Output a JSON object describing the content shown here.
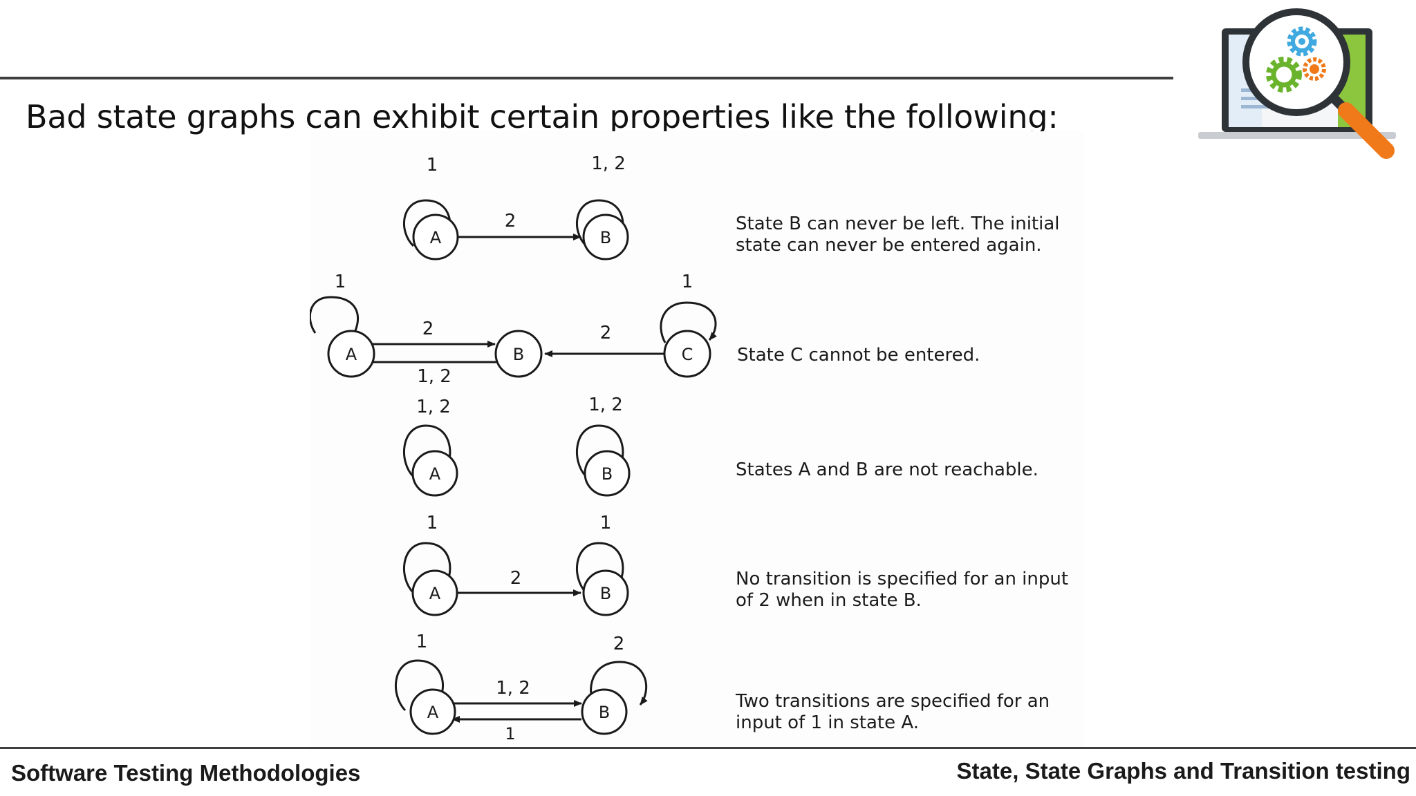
{
  "slide": {
    "headline": "Bad state graphs can exhibit certain properties like the following:",
    "footer_left": "Software Testing Methodologies",
    "footer_right": "State, State Graphs and Transition testing"
  },
  "logo": {
    "icon": "laptop-magnifier-gears-icon"
  },
  "diagrams": [
    {
      "states": [
        "A",
        "B"
      ],
      "edges": [
        {
          "from": "A",
          "to": "A",
          "label": "1"
        },
        {
          "from": "B",
          "to": "B",
          "label": "1, 2"
        },
        {
          "from": "A",
          "to": "B",
          "label": "2"
        }
      ],
      "caption": [
        "State B can never be left.  The initial",
        "state can never be entered again."
      ]
    },
    {
      "states": [
        "A",
        "B",
        "C"
      ],
      "edges": [
        {
          "from": "A",
          "to": "A",
          "label": "1"
        },
        {
          "from": "A",
          "to": "B",
          "label": "2"
        },
        {
          "from": "B",
          "to": "A",
          "label": "1, 2"
        },
        {
          "from": "C",
          "to": "B",
          "label": "2"
        },
        {
          "from": "C",
          "to": "C",
          "label": "1"
        }
      ],
      "caption": [
        "State C cannot be entered."
      ]
    },
    {
      "states": [
        "A",
        "B"
      ],
      "edges": [
        {
          "from": "A",
          "to": "A",
          "label": "1, 2"
        },
        {
          "from": "B",
          "to": "B",
          "label": "1, 2"
        }
      ],
      "caption": [
        "States A and B are not reachable."
      ]
    },
    {
      "states": [
        "A",
        "B"
      ],
      "edges": [
        {
          "from": "A",
          "to": "A",
          "label": "1"
        },
        {
          "from": "B",
          "to": "B",
          "label": "1"
        },
        {
          "from": "A",
          "to": "B",
          "label": "2"
        }
      ],
      "caption": [
        "No transition is specified for an input",
        "of 2 when in state B."
      ]
    },
    {
      "states": [
        "A",
        "B"
      ],
      "edges": [
        {
          "from": "A",
          "to": "A",
          "label": "1"
        },
        {
          "from": "B",
          "to": "B",
          "label": "2"
        },
        {
          "from": "A",
          "to": "B",
          "label": "1, 2"
        },
        {
          "from": "B",
          "to": "A",
          "label": "1"
        }
      ],
      "caption": [
        "Two transitions are specified for an",
        "input of 1 in state A."
      ]
    }
  ]
}
